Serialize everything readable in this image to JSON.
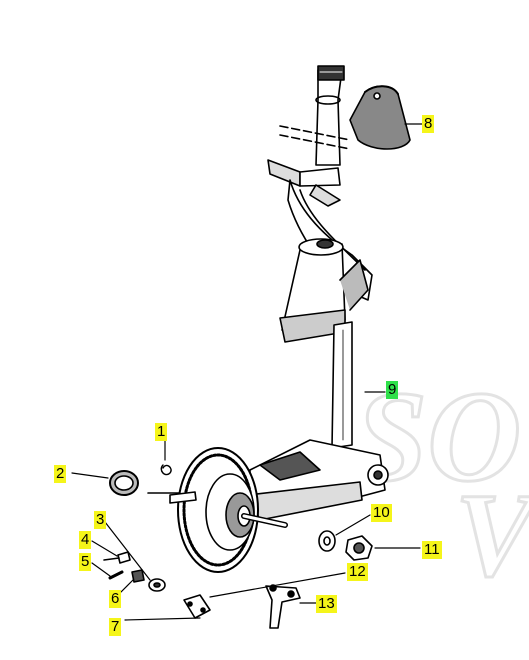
{
  "colors": {
    "label_highlight": "#f5f51a",
    "label_highlight_alt": "#2fe04a",
    "ink": "#000000",
    "watermark": "#e6e6e6"
  },
  "callouts": [
    {
      "id": "1",
      "label": "1",
      "highlight": "yellow"
    },
    {
      "id": "2",
      "label": "2",
      "highlight": "yellow"
    },
    {
      "id": "3",
      "label": "3",
      "highlight": "yellow"
    },
    {
      "id": "4",
      "label": "4",
      "highlight": "yellow"
    },
    {
      "id": "5",
      "label": "5",
      "highlight": "yellow"
    },
    {
      "id": "6",
      "label": "6",
      "highlight": "yellow"
    },
    {
      "id": "7",
      "label": "7",
      "highlight": "yellow"
    },
    {
      "id": "8",
      "label": "8",
      "highlight": "yellow"
    },
    {
      "id": "9",
      "label": "9",
      "highlight": "green"
    },
    {
      "id": "10",
      "label": "10",
      "highlight": "yellow"
    },
    {
      "id": "11",
      "label": "11",
      "highlight": "yellow"
    },
    {
      "id": "12",
      "label": "12",
      "highlight": "yellow"
    },
    {
      "id": "13",
      "label": "13",
      "highlight": "yellow"
    }
  ],
  "watermark_text": [
    "SO",
    "V"
  ]
}
